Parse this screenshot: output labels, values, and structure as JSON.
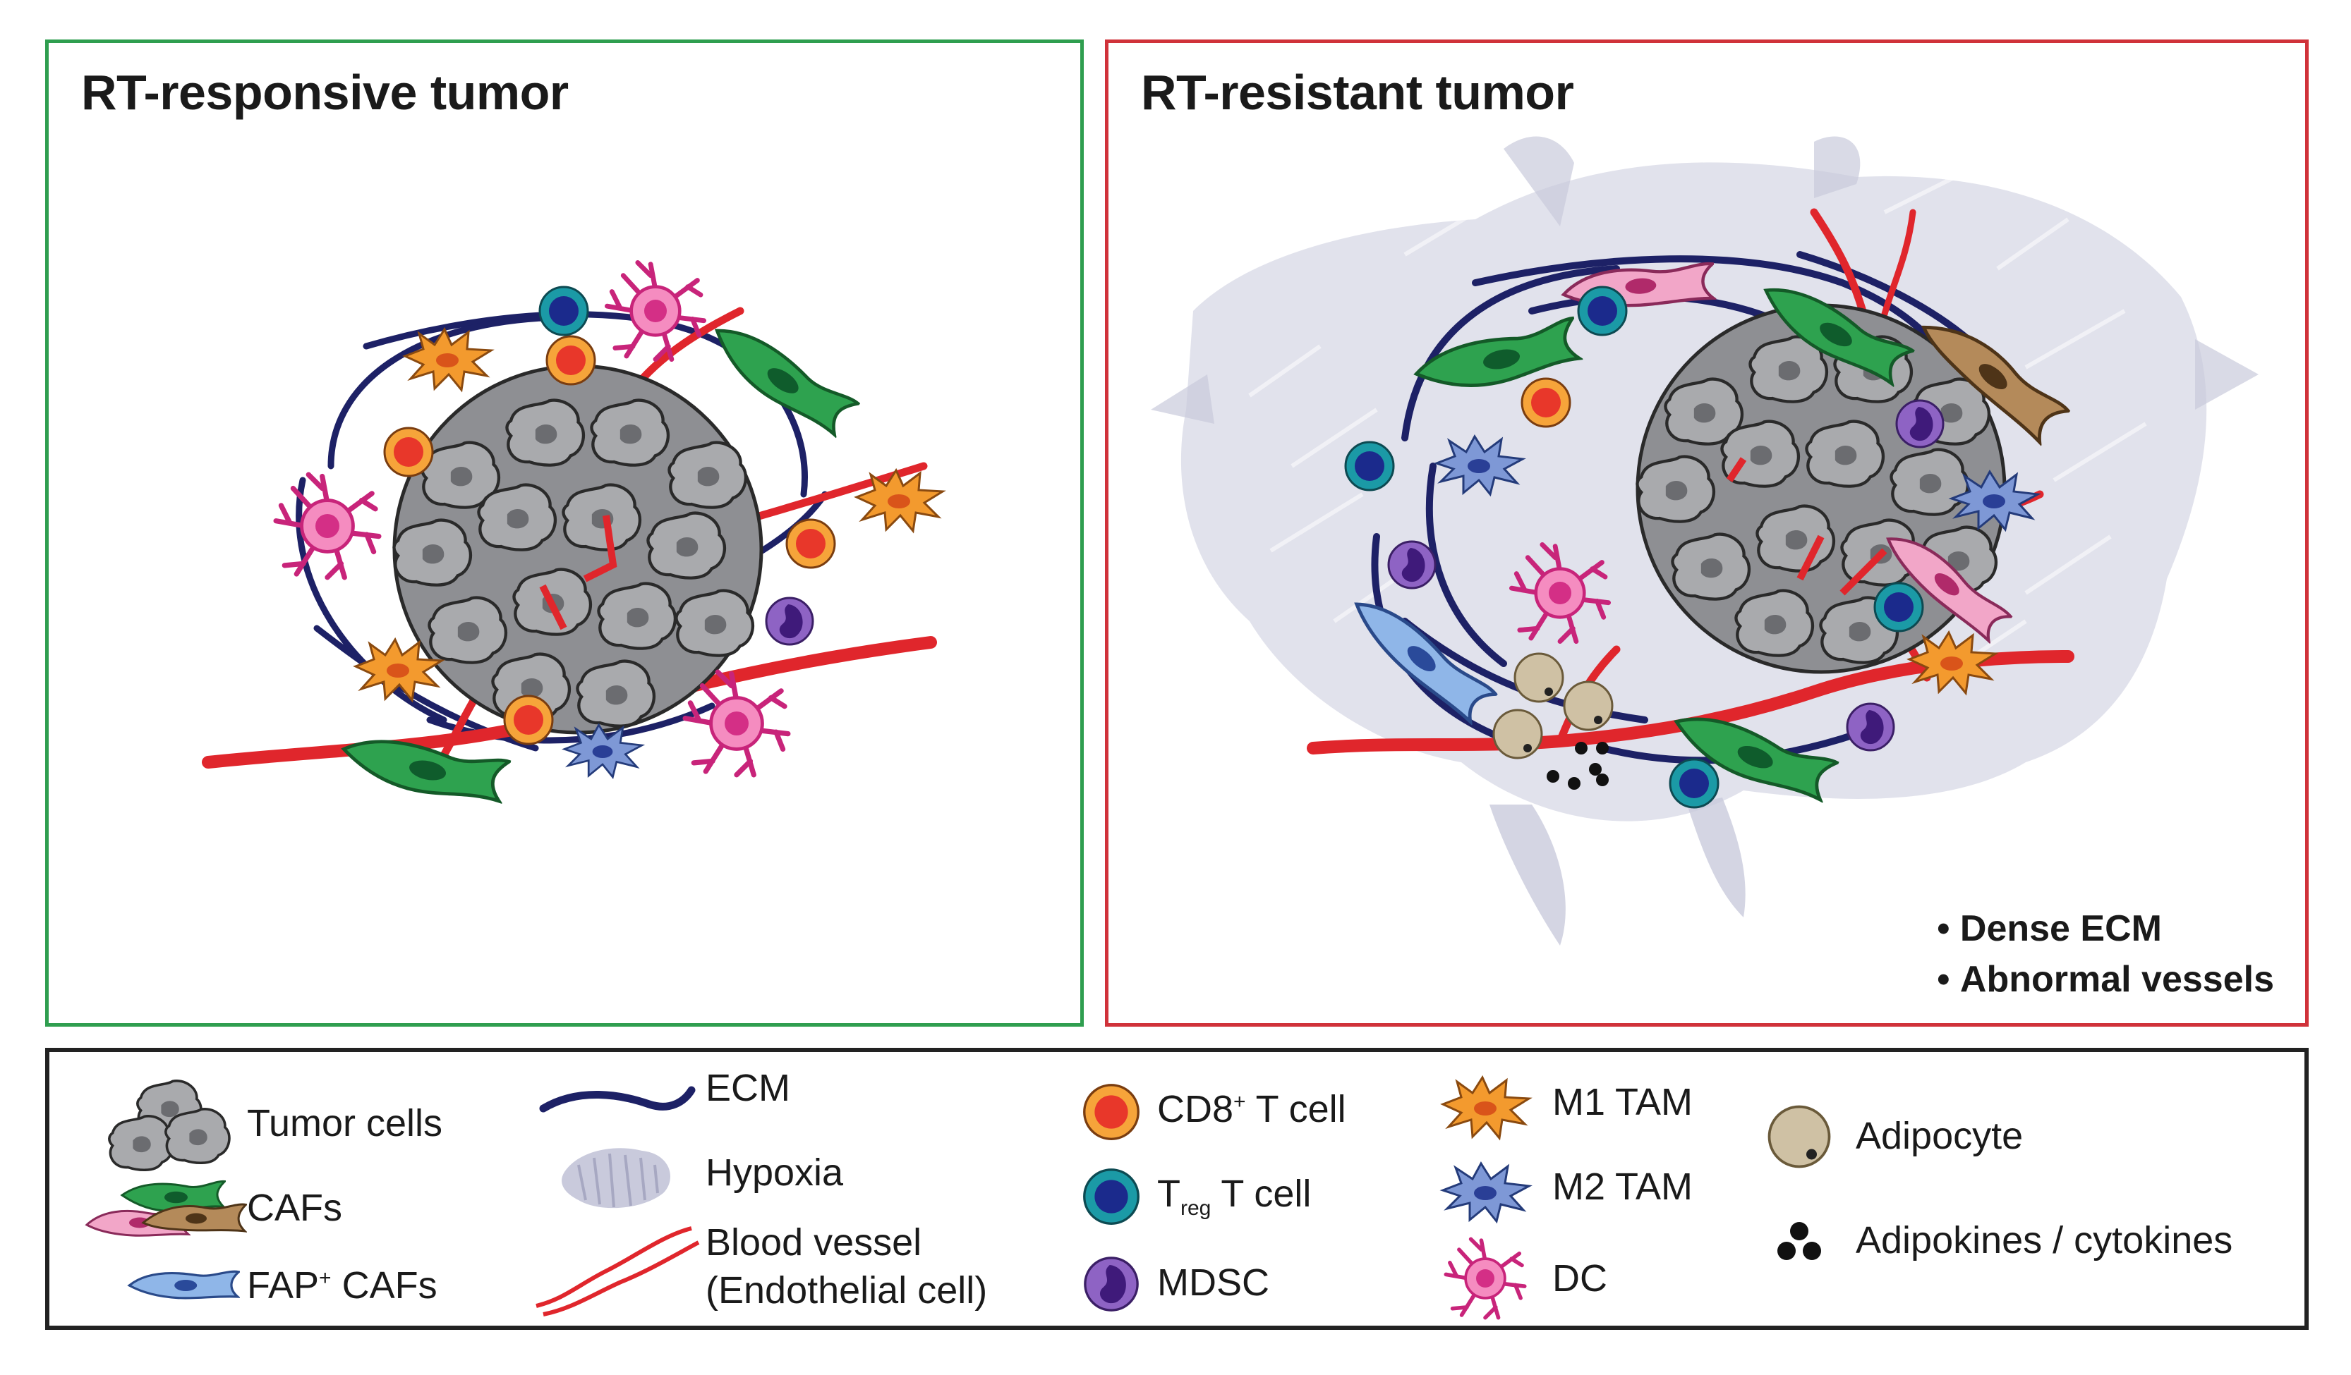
{
  "panels": {
    "left": {
      "title": "RT-responsive tumor",
      "border_color": "#2f9e4f"
    },
    "right": {
      "title": "RT-resistant tumor",
      "border_color": "#d0323a",
      "notes": [
        "Dense ECM",
        "Abnormal vessels"
      ]
    }
  },
  "legend": {
    "tumor_cells": "Tumor cells",
    "cafs": "CAFs",
    "fap_cafs": {
      "main": "FAP",
      "sup": "+",
      "rest": " CAFs"
    },
    "ecm": "ECM",
    "hypoxia": "Hypoxia",
    "blood_vessel": {
      "line1": "Blood vessel",
      "line2": "(Endothelial cell)"
    },
    "cd8": {
      "main": "CD8",
      "sup": "+",
      "rest": " T cell"
    },
    "treg": {
      "main": "T",
      "sub": "reg",
      "rest": " T cell"
    },
    "mdsc": "MDSC",
    "m1": "M1 TAM",
    "m2": "M2 TAM",
    "dc": "DC",
    "adipocyte": "Adipocyte",
    "adipokines": "Adipokines / cytokines"
  },
  "colors": {
    "tumor": "#a9aaad",
    "tumor_nucleus": "#6b6c70",
    "ecm": "#1d2166",
    "vessel": "#e0262c",
    "hypoxia": "#c9cadc",
    "caf_green": "#2ea24f",
    "caf_pink": "#f2a6c8",
    "caf_brown": "#b48a5a",
    "fap_caf": "#8fb6e8",
    "cd8_outer": "#f6a43a",
    "cd8_inner": "#e8372a",
    "treg_outer": "#1b9aa6",
    "treg_inner": "#1b2a8c",
    "mdsc": "#6a3aa0",
    "m1": "#f39a2e",
    "m2": "#5b78c2",
    "dc": "#ef5aa6",
    "adipocyte": "#cfc1a4"
  },
  "icons": [
    "tumor-cell-icon",
    "caf-icon",
    "fap-caf-icon",
    "ecm-icon",
    "hypoxia-icon",
    "blood-vessel-icon",
    "cd8-t-cell-icon",
    "treg-cell-icon",
    "mdsc-icon",
    "m1-tam-icon",
    "m2-tam-icon",
    "dc-icon",
    "adipocyte-icon",
    "adipokine-icon"
  ]
}
